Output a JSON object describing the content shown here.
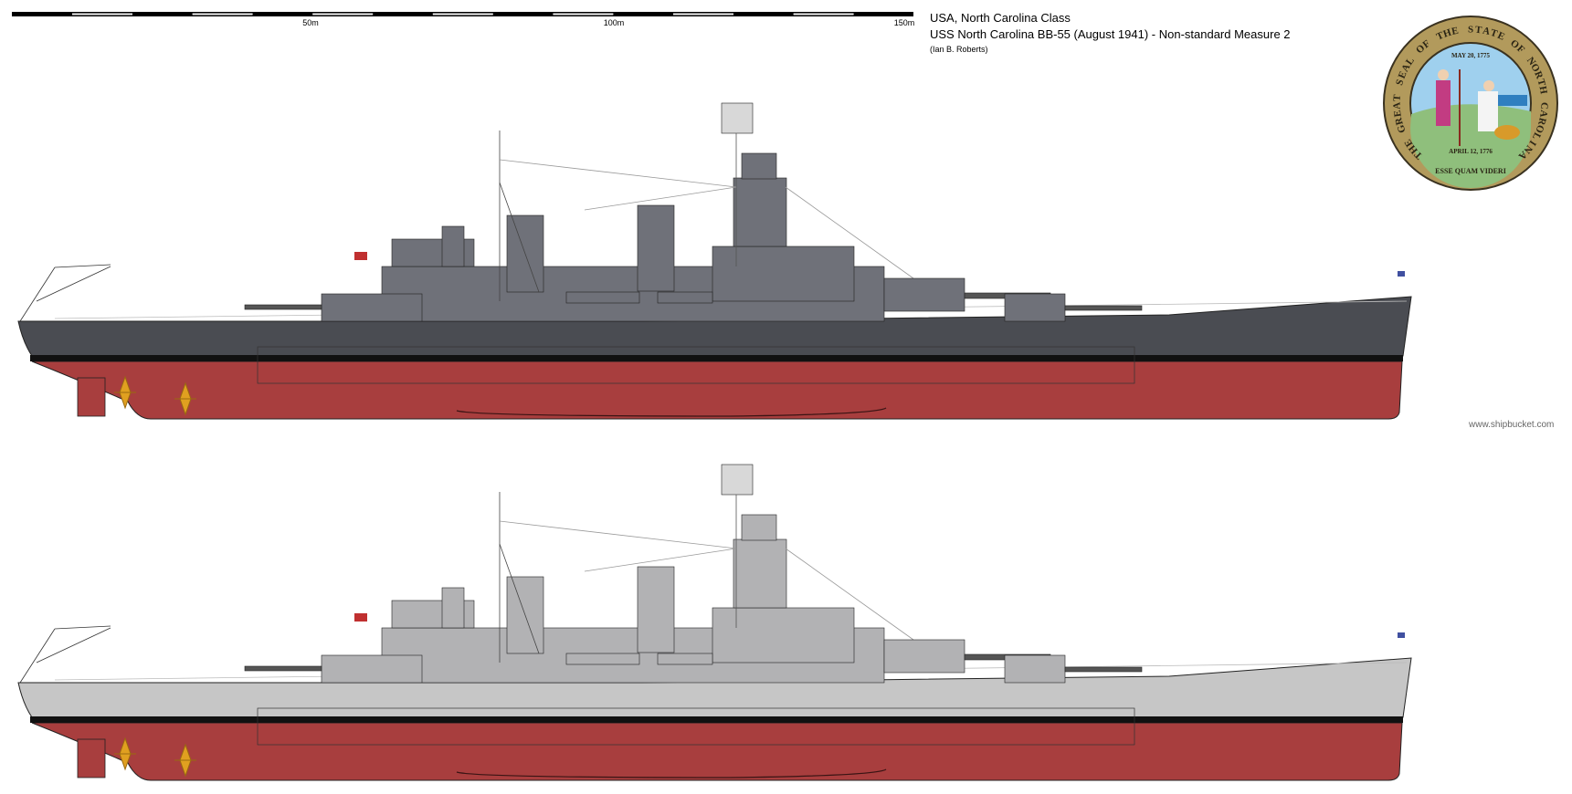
{
  "scale_bar": {
    "labels": [
      "50m",
      "100m",
      "150m"
    ],
    "units": "m",
    "max": 150
  },
  "title": {
    "line1": "USA, North Carolina Class",
    "line2": "USS North Carolina BB-55 (August 1941) - Non-standard Measure 2",
    "credit": "(Ian B. Roberts)"
  },
  "seal": {
    "ring_text": "THE GREAT SEAL OF THE STATE OF NORTH CAROLINA",
    "date_top": "MAY 20, 1775",
    "date_bottom": "APRIL 12, 1776",
    "motto": "ESSE QUAM VIDERI"
  },
  "watermark": "www.shipbucket.com",
  "ships": [
    {
      "view": "port-profile",
      "colors": {
        "hull": "#4a4c52",
        "superstructure": "#6f7179",
        "boot": "#a83e3e",
        "stripe": "#111111"
      }
    },
    {
      "view": "starboard-profile",
      "colors": {
        "hull": "#c6c6c6",
        "superstructure": "#b2b2b4",
        "boot": "#a83e3e",
        "stripe": "#111111"
      }
    }
  ]
}
